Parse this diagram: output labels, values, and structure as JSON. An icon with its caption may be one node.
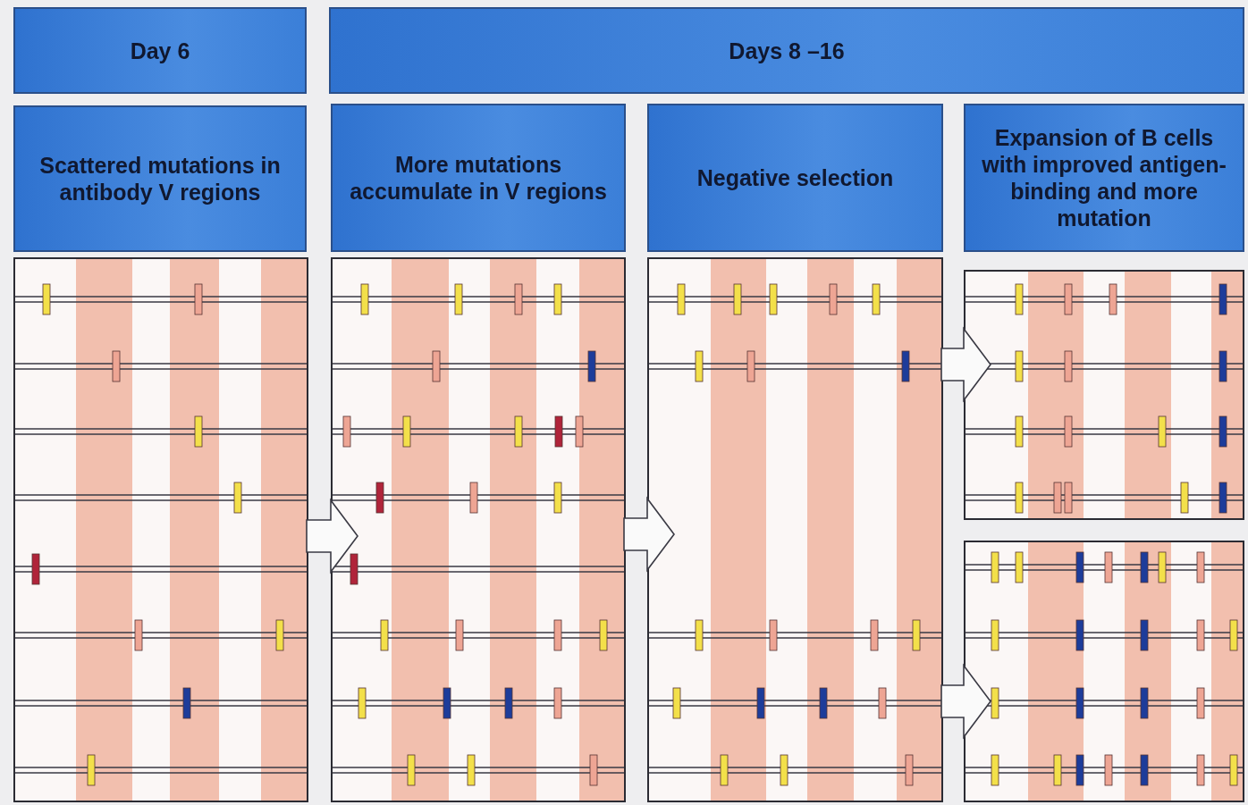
{
  "diagram": {
    "nodes": [
      {
        "text": [
          "Day 6"
        ]
      },
      {
        "text": [
          "Days 8 –16"
        ]
      },
      {
        "text": [
          "Scattered mutations in antibody V regions"
        ]
      },
      {
        "text": [
          "More mutations accumulate in V regions"
        ]
      },
      {
        "text": [
          "Negative selection"
        ]
      },
      {
        "text": [
          "Expansion of B cells with improved antigen-binding and more mutation"
        ]
      },
      {
        "text": [],
        "shape": "box"
      },
      {
        "text": [],
        "shape": "box"
      },
      {
        "text": [],
        "shape": "box"
      },
      {
        "text": [],
        "shape": "box"
      },
      {
        "text": [],
        "shape": "box"
      }
    ],
    "edges": [
      {
        "from": 6,
        "to": 7,
        "arrow": "to"
      },
      {
        "from": 7,
        "to": 8,
        "arrow": "to"
      },
      {
        "from": 8,
        "to": 9,
        "arrow": "to"
      },
      {
        "from": 8,
        "to": 10,
        "arrow": "to"
      }
    ]
  }
}
